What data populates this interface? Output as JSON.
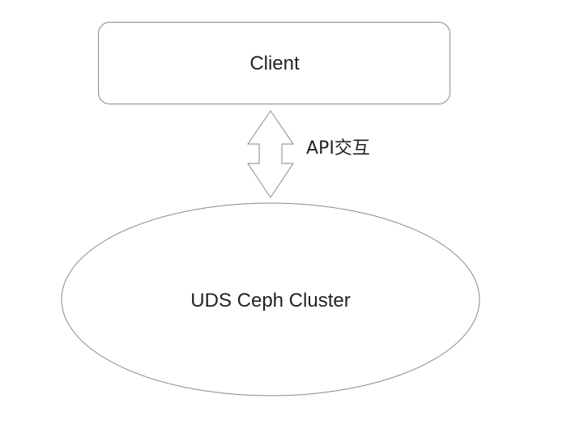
{
  "diagram": {
    "nodes": {
      "client": {
        "label": "Client",
        "shape": "rounded-rectangle"
      },
      "cluster": {
        "label": "UDS Ceph Cluster",
        "shape": "ellipse"
      }
    },
    "edge": {
      "from": "client",
      "to": "cluster",
      "direction": "bidirectional",
      "label": "API交互"
    },
    "colors": {
      "stroke": "#8a8a8a",
      "fill": "#ffffff",
      "text": "#222222"
    }
  }
}
